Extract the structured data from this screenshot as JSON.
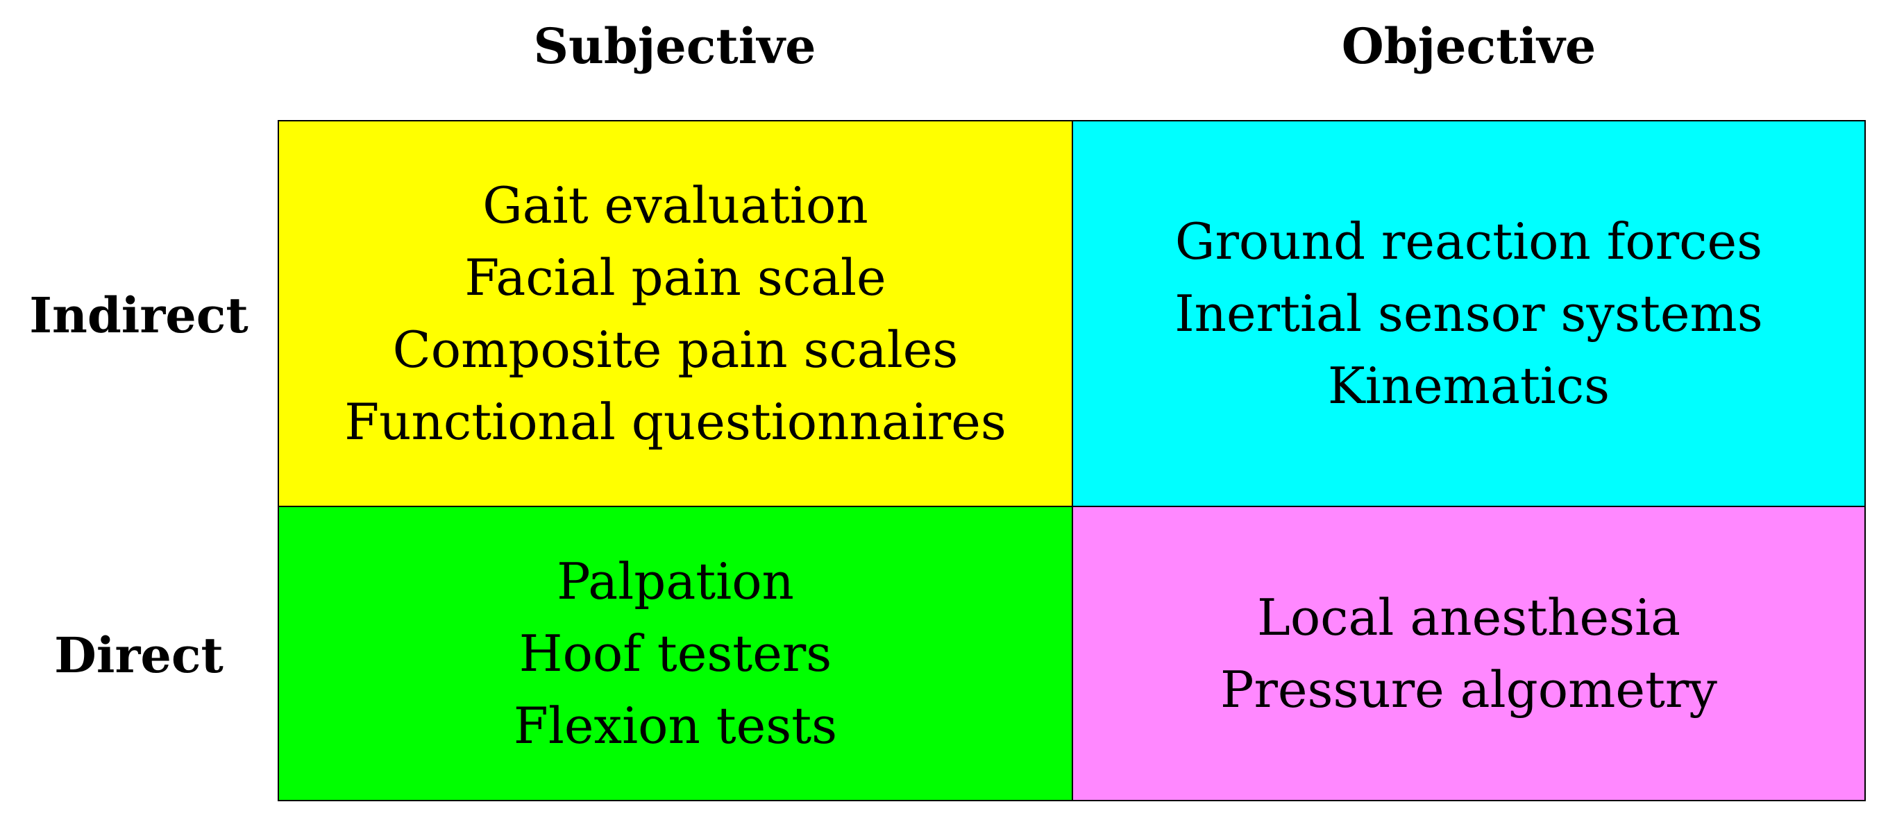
{
  "column_headers": [
    "Subjective",
    "Objective"
  ],
  "row_headers": [
    "Indirect",
    "Direct"
  ],
  "cells": {
    "indirect_subjective": {
      "color": "#ffff00",
      "items": [
        "Gait evaluation",
        "Facial pain scale",
        "Composite pain scales",
        "Functional questionnaires"
      ]
    },
    "indirect_objective": {
      "color": "#00ffff",
      "items": [
        "Ground reaction forces",
        "Inertial sensor systems",
        "Kinematics"
      ]
    },
    "direct_subjective": {
      "color": "#00ff00",
      "items": [
        "Palpation",
        "Hoof testers",
        "Flexion tests"
      ]
    },
    "direct_objective": {
      "color": "#ff88ff",
      "items": [
        "Local anesthesia",
        "Pressure algometry"
      ]
    }
  }
}
